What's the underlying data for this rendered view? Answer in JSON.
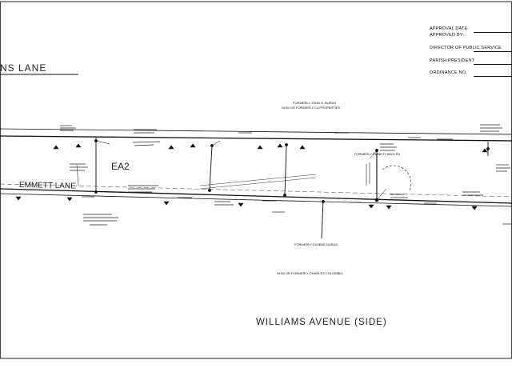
{
  "title_block": {
    "approval_date": "APPROVAL DATE:",
    "approved_by": "APPROVED BY:",
    "director": "DIRECTOR OF PUBLIC SERVICE",
    "parish_president": "PARISH PRESIDENT",
    "ordinance": "ORDINANCE NO."
  },
  "streets": {
    "top_left": "NS LANE",
    "emmett": "EMMETT LANE",
    "williams": "WILLIAMS AVENUE (SIDE)"
  },
  "parcel": {
    "label": "EA2"
  },
  "owners": {
    "top_a": "FORMERLY JOHN H. BURAS",
    "top_b": "NOW OR FORMERLY CA PROPERTIES",
    "middle": "FORMERLY EMMETT ADOLPH",
    "bottom_a": "FORMERLY DIXIENE BURAS",
    "bottom_b": "NOW OR FORMERLY CHARLES COLOMBEL"
  },
  "colors": {
    "ink": "#111111",
    "frame": "#333333",
    "background": "#ffffff"
  }
}
